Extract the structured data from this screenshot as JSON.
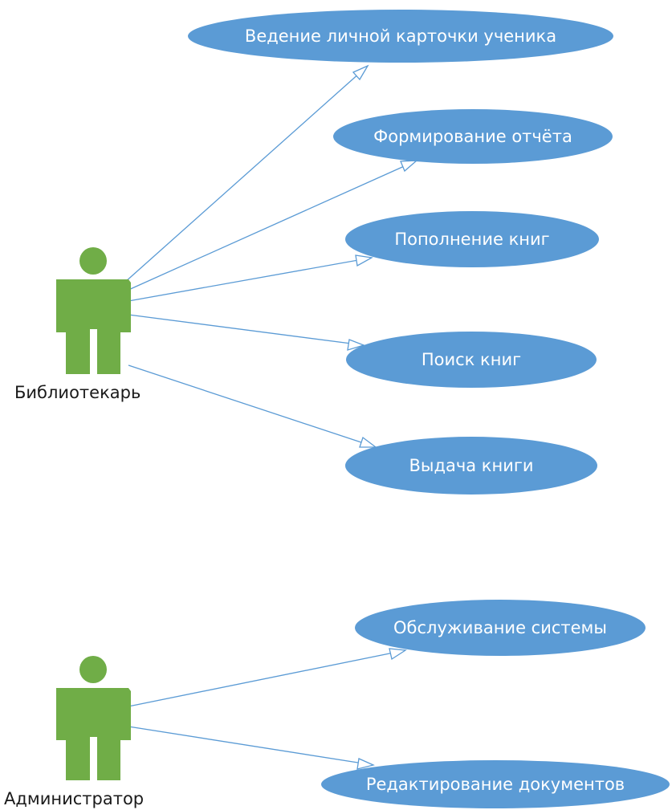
{
  "diagram": {
    "actors": [
      {
        "id": "librarian",
        "label": "Библиотекарь",
        "use_cases": [
          "Ведение личной карточки ученика",
          "Формирование отчёта",
          "Пополнение книг",
          "Поиск книг",
          "Выдача книги"
        ]
      },
      {
        "id": "administrator",
        "label": "Администратор",
        "use_cases": [
          "Обслуживание системы",
          "Редактирование документов"
        ]
      }
    ],
    "colors": {
      "actor": "#70ad47",
      "use_case": "#5b9bd5",
      "use_case_text": "#ffffff",
      "association": "#5b9bd5"
    }
  }
}
